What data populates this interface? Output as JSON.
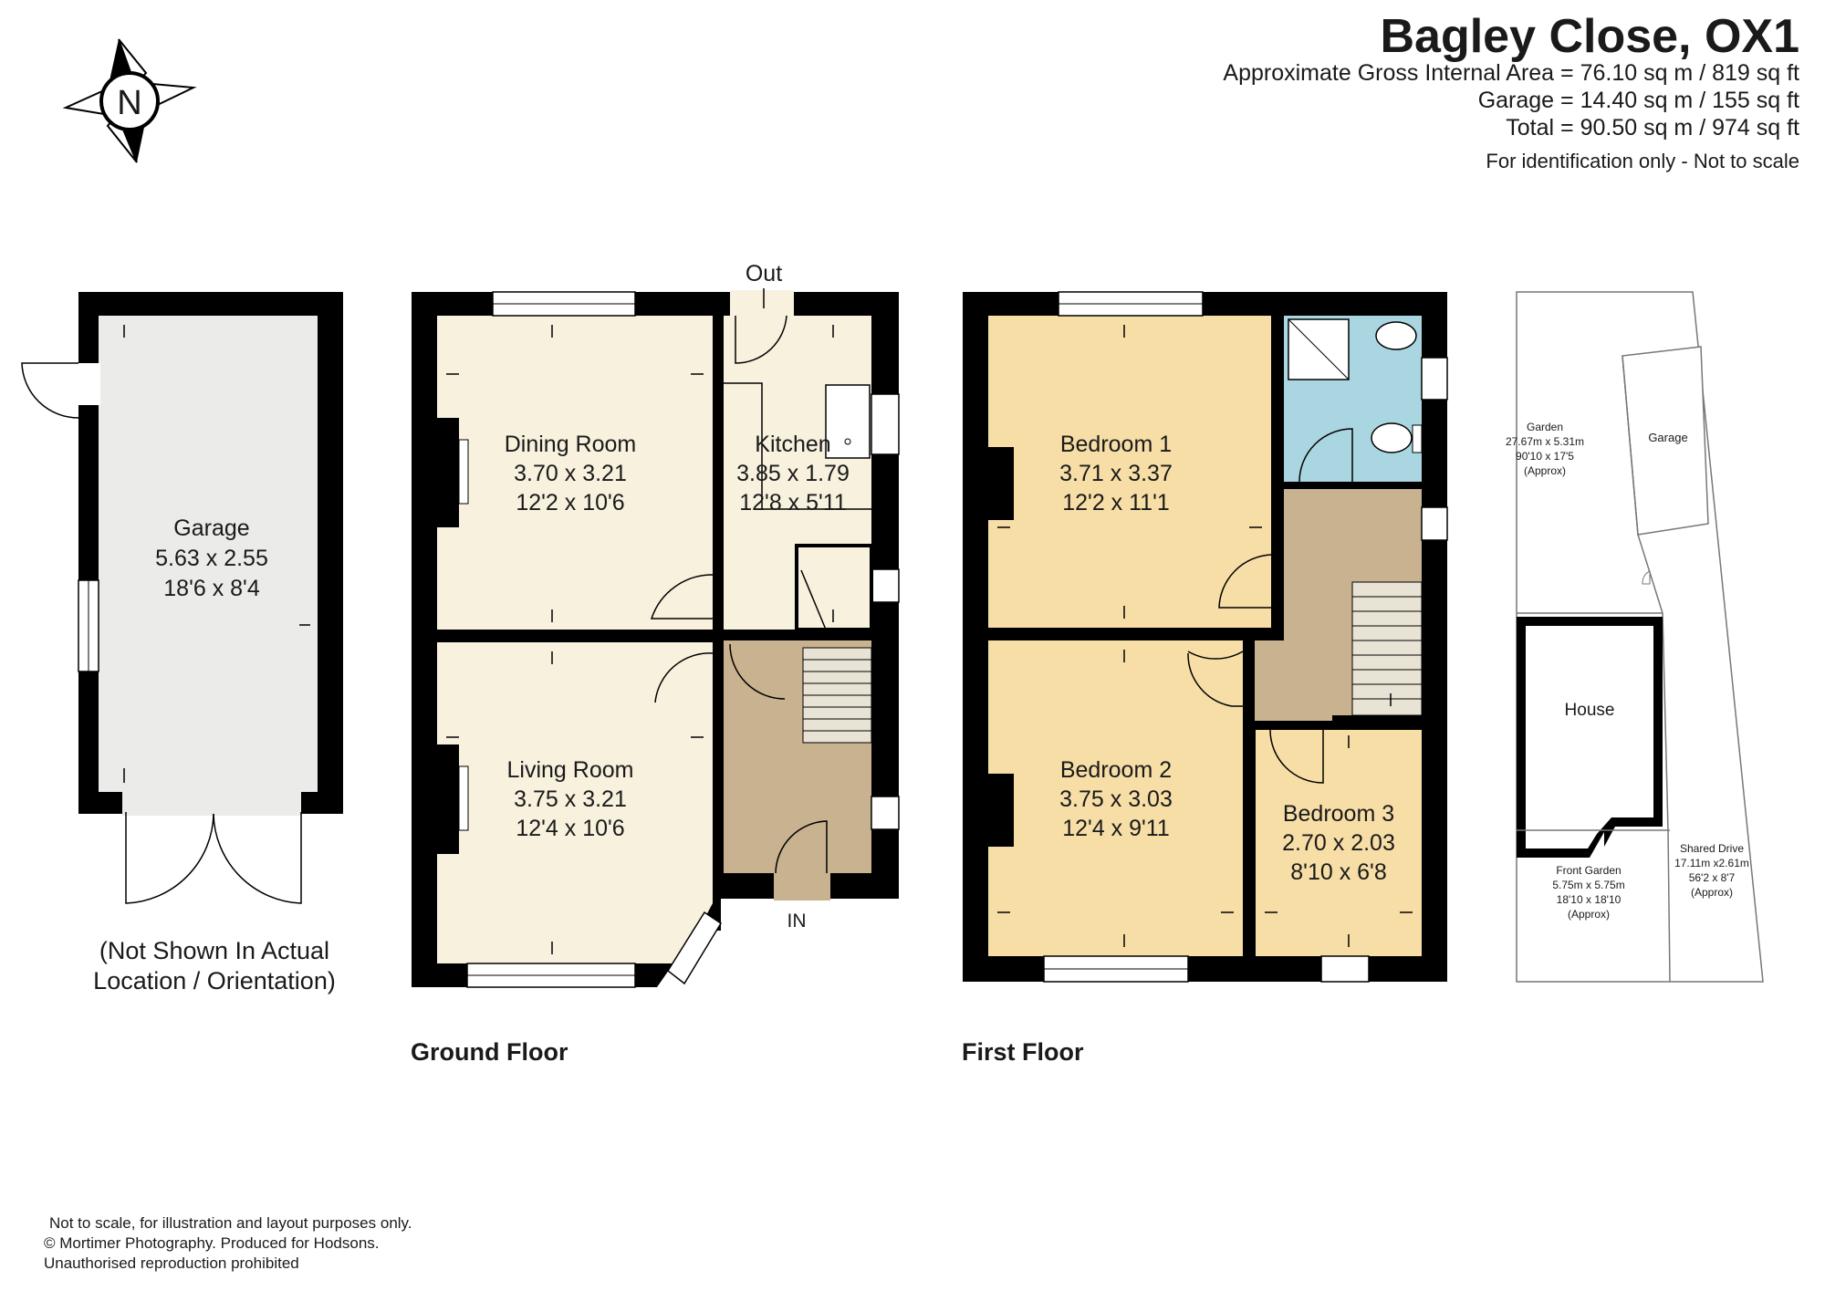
{
  "header": {
    "title": "Bagley Close, OX1",
    "gross_area": "Approximate Gross Internal Area = 76.10 sq m / 819 sq ft",
    "garage_area": "Garage = 14.40 sq m / 155 sq ft",
    "total_area": "Total = 90.50 sq m / 974 sq ft",
    "note": "For identification only - Not to scale"
  },
  "compass": {
    "label": "N"
  },
  "colors": {
    "wall": "#000000",
    "ground_room": "#f7f1de",
    "hall": "#c9b28f",
    "first_room": "#f7dea7",
    "bathroom": "#a9d6e0",
    "garage": "#ebebe9",
    "stairs": "#e8e3d5"
  },
  "garage": {
    "name": "Garage",
    "metric": "5.63 x 2.55",
    "imperial": "18'6 x 8'4",
    "note_line1": "(Not Shown In Actual",
    "note_line2": "Location / Orientation)"
  },
  "ground_floor": {
    "label": "Ground Floor",
    "door_out": "Out",
    "door_in": "IN",
    "rooms": [
      {
        "name": "Dining Room",
        "metric": "3.70 x 3.21",
        "imperial": "12'2 x 10'6"
      },
      {
        "name": "Kitchen",
        "metric": "3.85 x 1.79",
        "imperial": "12'8 x 5'11"
      },
      {
        "name": "Living Room",
        "metric": "3.75 x 3.21",
        "imperial": "12'4 x 10'6"
      }
    ]
  },
  "first_floor": {
    "label": "First Floor",
    "rooms": [
      {
        "name": "Bedroom 1",
        "metric": "3.71 x 3.37",
        "imperial": "12'2 x 11'1"
      },
      {
        "name": "Bedroom 2",
        "metric": "3.75 x 3.03",
        "imperial": "12'4 x 9'11"
      },
      {
        "name": "Bedroom 3",
        "metric": "2.70 x 2.03",
        "imperial": "8'10 x 6'8"
      }
    ]
  },
  "site_plan": {
    "garden": {
      "name": "Garden",
      "metric": "27.67m x 5.31m",
      "imperial": "90'10 x 17'5",
      "approx": "(Approx)"
    },
    "garage": "Garage",
    "house": "House",
    "front_garden": {
      "name": "Front Garden",
      "metric": "5.75m x 5.75m",
      "imperial": "18'10 x 18'10",
      "approx": "(Approx)"
    },
    "shared_drive": {
      "name": "Shared Drive",
      "metric": "17.11m x2.61m",
      "imperial": "56'2 x 8'7",
      "approx": "(Approx)"
    }
  },
  "footer": {
    "line1": "Not to scale, for illustration and layout purposes only.",
    "line2": "© Mortimer Photography. Produced for Hodsons.",
    "line3": "Unauthorised reproduction prohibited"
  }
}
